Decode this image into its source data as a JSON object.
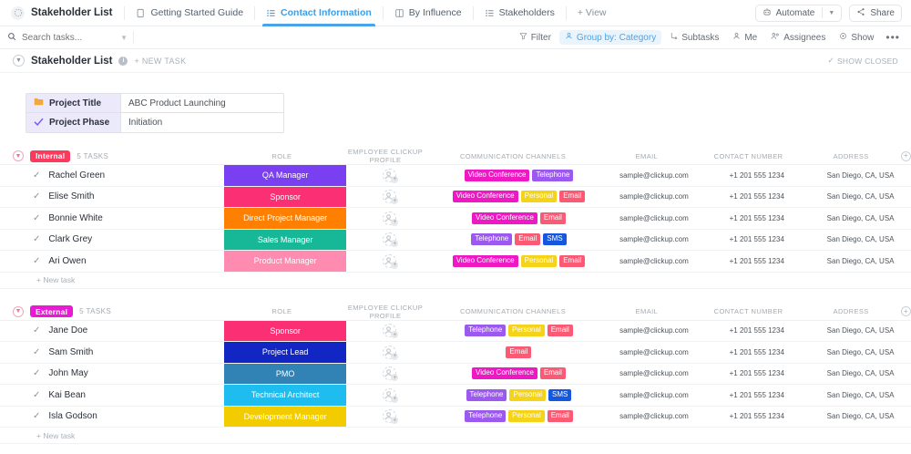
{
  "header": {
    "list_name": "Stakeholder List",
    "tabs": [
      {
        "label": "Getting Started Guide",
        "icon": "doc-icon",
        "active": false
      },
      {
        "label": "Contact Information",
        "icon": "list-icon",
        "active": true
      },
      {
        "label": "By Influence",
        "icon": "board-icon",
        "active": false
      },
      {
        "label": "Stakeholders",
        "icon": "list-icon",
        "active": false
      }
    ],
    "add_view": "+ View",
    "automate": "Automate",
    "share": "Share"
  },
  "toolbar": {
    "search_placeholder": "Search tasks...",
    "filter": "Filter",
    "group_by": "Group by: Category",
    "subtasks": "Subtasks",
    "me": "Me",
    "assignees": "Assignees",
    "show": "Show",
    "more": "•••"
  },
  "page": {
    "title": "Stakeholder List",
    "new_task": "+ NEW TASK",
    "show_closed": "SHOW CLOSED"
  },
  "project_info": [
    {
      "label": "Project Title",
      "icon": "folder-icon",
      "value": "ABC Product Launching"
    },
    {
      "label": "Project Phase",
      "icon": "check-icon",
      "value": "Initiation"
    }
  ],
  "columns": [
    {
      "key": "name",
      "label": ""
    },
    {
      "key": "role",
      "label": "ROLE"
    },
    {
      "key": "profile",
      "label": "EMPLOYEE CLICKUP PROFILE"
    },
    {
      "key": "channels",
      "label": "COMMUNICATION CHANNELS"
    },
    {
      "key": "email",
      "label": "EMAIL"
    },
    {
      "key": "phone",
      "label": "CONTACT NUMBER"
    },
    {
      "key": "address",
      "label": "ADDRESS"
    }
  ],
  "channel_colors": {
    "Video Conference": "#EE19C4",
    "Telephone": "#9B59F0",
    "Personal": "#F4D318",
    "Email": "#FB5A75",
    "SMS": "#1657E0"
  },
  "new_task_label": "+ New task",
  "groups": [
    {
      "name": "Internal",
      "badge_color": "#FB3A5D",
      "count": "5 TASKS",
      "rows": [
        {
          "name": "Rachel Green",
          "role": "QA Manager",
          "role_color": "#7B3FF2",
          "channels": [
            "Video Conference",
            "Telephone"
          ],
          "email": "sample@clickup.com",
          "phone": "+1 201 555 1234",
          "address": "San Diego, CA, USA"
        },
        {
          "name": "Elise Smith",
          "role": "Sponsor",
          "role_color": "#FB3074",
          "channels": [
            "Video Conference",
            "Personal",
            "Email"
          ],
          "email": "sample@clickup.com",
          "phone": "+1 201 555 1234",
          "address": "San Diego, CA, USA"
        },
        {
          "name": "Bonnie White",
          "role": "Direct Project Manager",
          "role_color": "#FF8000",
          "channels": [
            "Video Conference",
            "Email"
          ],
          "email": "sample@clickup.com",
          "phone": "+1 201 555 1234",
          "address": "San Diego, CA, USA"
        },
        {
          "name": "Clark Grey",
          "role": "Sales Manager",
          "role_color": "#17B897",
          "channels": [
            "Telephone",
            "Email",
            "SMS"
          ],
          "email": "sample@clickup.com",
          "phone": "+1 201 555 1234",
          "address": "San Diego, CA, USA"
        },
        {
          "name": "Ari Owen",
          "role": "Product Manager",
          "role_color": "#FF8CB0",
          "channels": [
            "Video Conference",
            "Personal",
            "Email"
          ],
          "email": "sample@clickup.com",
          "phone": "+1 201 555 1234",
          "address": "San Diego, CA, USA"
        }
      ]
    },
    {
      "name": "External",
      "badge_color": "#E919D4",
      "count": "5 TASKS",
      "rows": [
        {
          "name": "Jane Doe",
          "role": "Sponsor",
          "role_color": "#FB3074",
          "channels": [
            "Telephone",
            "Personal",
            "Email"
          ],
          "email": "sample@clickup.com",
          "phone": "+1 201 555 1234",
          "address": "San Diego, CA, USA"
        },
        {
          "name": "Sam Smith",
          "role": "Project Lead",
          "role_color": "#1226C4",
          "channels": [
            "Email"
          ],
          "email": "sample@clickup.com",
          "phone": "+1 201 555 1234",
          "address": "San Diego, CA, USA"
        },
        {
          "name": "John May",
          "role": "PMO",
          "role_color": "#3182B5",
          "channels": [
            "Video Conference",
            "Email"
          ],
          "email": "sample@clickup.com",
          "phone": "+1 201 555 1234",
          "address": "San Diego, CA, USA"
        },
        {
          "name": "Kai Bean",
          "role": "Technical Architect",
          "role_color": "#1FBCF0",
          "channels": [
            "Telephone",
            "Personal",
            "SMS"
          ],
          "email": "sample@clickup.com",
          "phone": "+1 201 555 1234",
          "address": "San Diego, CA, USA"
        },
        {
          "name": "Isla Godson",
          "role": "Development Manager",
          "role_color": "#F3CC00",
          "channels": [
            "Telephone",
            "Personal",
            "Email"
          ],
          "email": "sample@clickup.com",
          "phone": "+1 201 555 1234",
          "address": "San Diego, CA, USA"
        }
      ]
    }
  ]
}
